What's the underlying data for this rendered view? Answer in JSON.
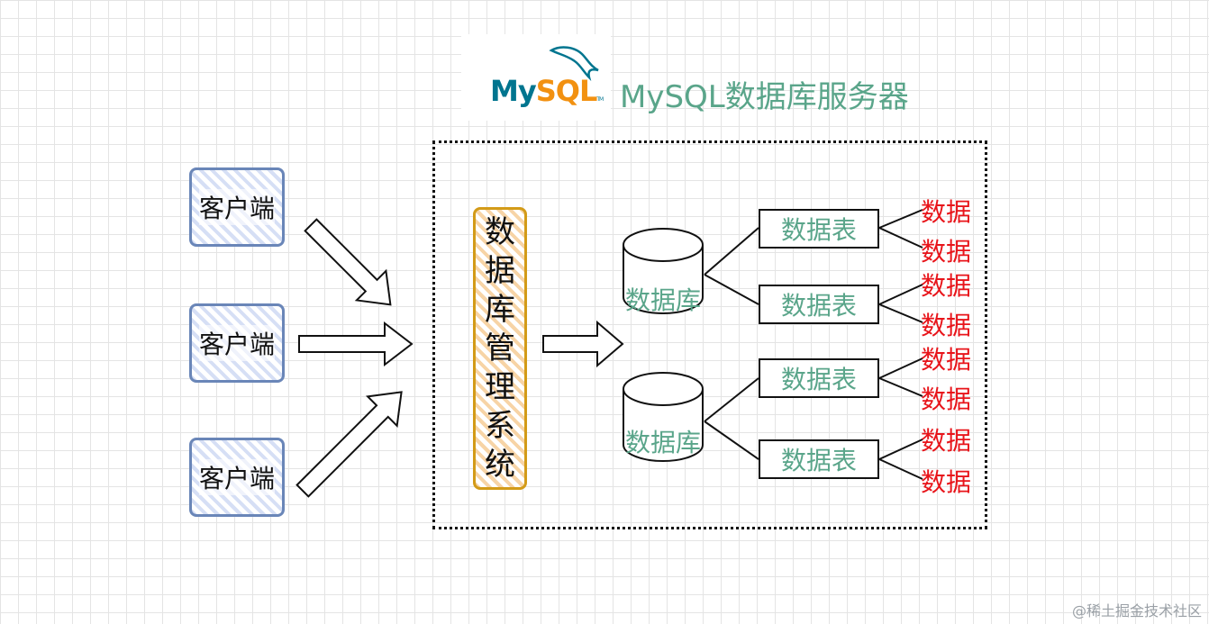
{
  "logo": {
    "my": "My",
    "sql": "SQL",
    "tm": "TM"
  },
  "server_title": "MySQL数据库服务器",
  "clients": [
    "客户端",
    "客户端",
    "客户端"
  ],
  "dbms_chars": [
    "数",
    "据",
    "库",
    "管",
    "理",
    "系",
    "统"
  ],
  "databases": [
    {
      "label": "数据库",
      "tables": [
        {
          "label": "数据表",
          "data": [
            "数据",
            "数据"
          ]
        },
        {
          "label": "数据表",
          "data": [
            "数据",
            "数据"
          ]
        }
      ]
    },
    {
      "label": "数据库",
      "tables": [
        {
          "label": "数据表",
          "data": [
            "数据",
            "数据"
          ]
        },
        {
          "label": "数据表",
          "data": [
            "数据",
            "数据"
          ]
        }
      ]
    }
  ],
  "watermark": "@稀土掘金技术社区",
  "colors": {
    "client_border": "#6a86b8",
    "dbms_border": "#d39b18",
    "label_green": "#5aa58a",
    "data_red": "#e8141a"
  }
}
